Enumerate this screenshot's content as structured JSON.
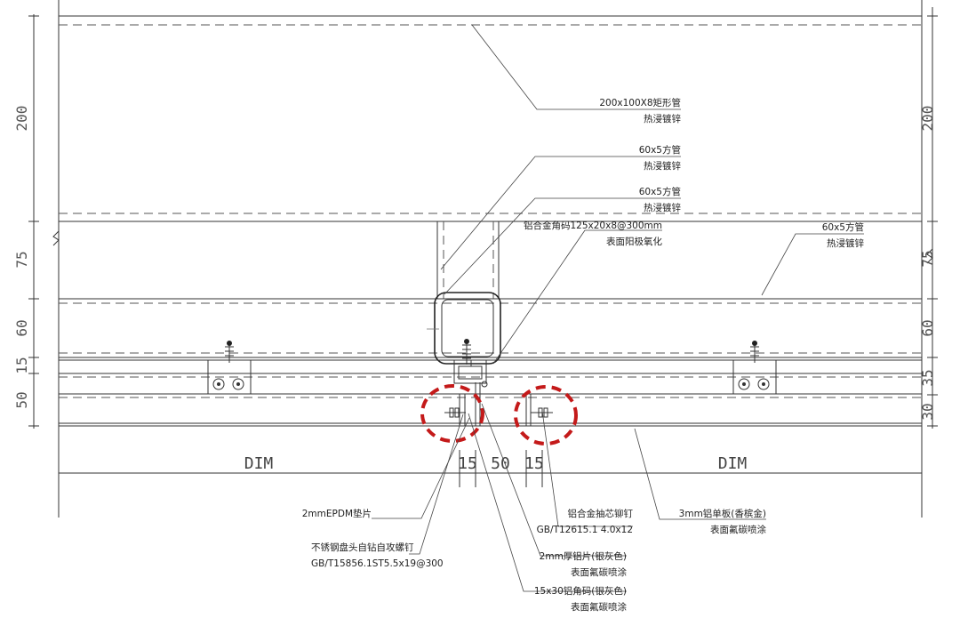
{
  "dimensions": {
    "left": [
      "200",
      "75",
      "60",
      "15",
      "50"
    ],
    "right": [
      "200",
      "75",
      "60",
      "35",
      "30"
    ],
    "bottom": [
      "DIM",
      "15",
      "50",
      "15",
      "DIM"
    ]
  },
  "notes": {
    "rect_tube": [
      "200x100X8矩形管",
      "热浸镀锌"
    ],
    "square_tube_a": [
      "60x5方管",
      "热浸镀锌"
    ],
    "square_tube_b": [
      "60x5方管",
      "热浸镀锌"
    ],
    "alu_angle": [
      "铝合金角码125x20x8@300mm",
      "表面阳极氧化"
    ],
    "square_tube_right": [
      "60x5方管",
      "热浸镀锌"
    ],
    "epdm": [
      "2mmEPDM垫片"
    ],
    "screw": [
      "不锈钢盘头自钻自攻螺钉",
      "GB/T15856.1ST5.5x19@300"
    ],
    "rivet": [
      "铝合金抽芯铆钉",
      "GB/T12615.1 4.0x12"
    ],
    "alu_panel": [
      "3mm铝单板(香槟金)",
      "表面氟碳喷涂"
    ],
    "alu_sheet": [
      "2mm厚铝片(银灰色)",
      "表面氟碳喷涂"
    ],
    "alu_corner": [
      "15x30铝角码(银灰色)",
      "表面氟碳喷涂"
    ]
  },
  "colors": {
    "line": "#333333",
    "highlight": "#c41a1a",
    "background": "#ffffff"
  }
}
